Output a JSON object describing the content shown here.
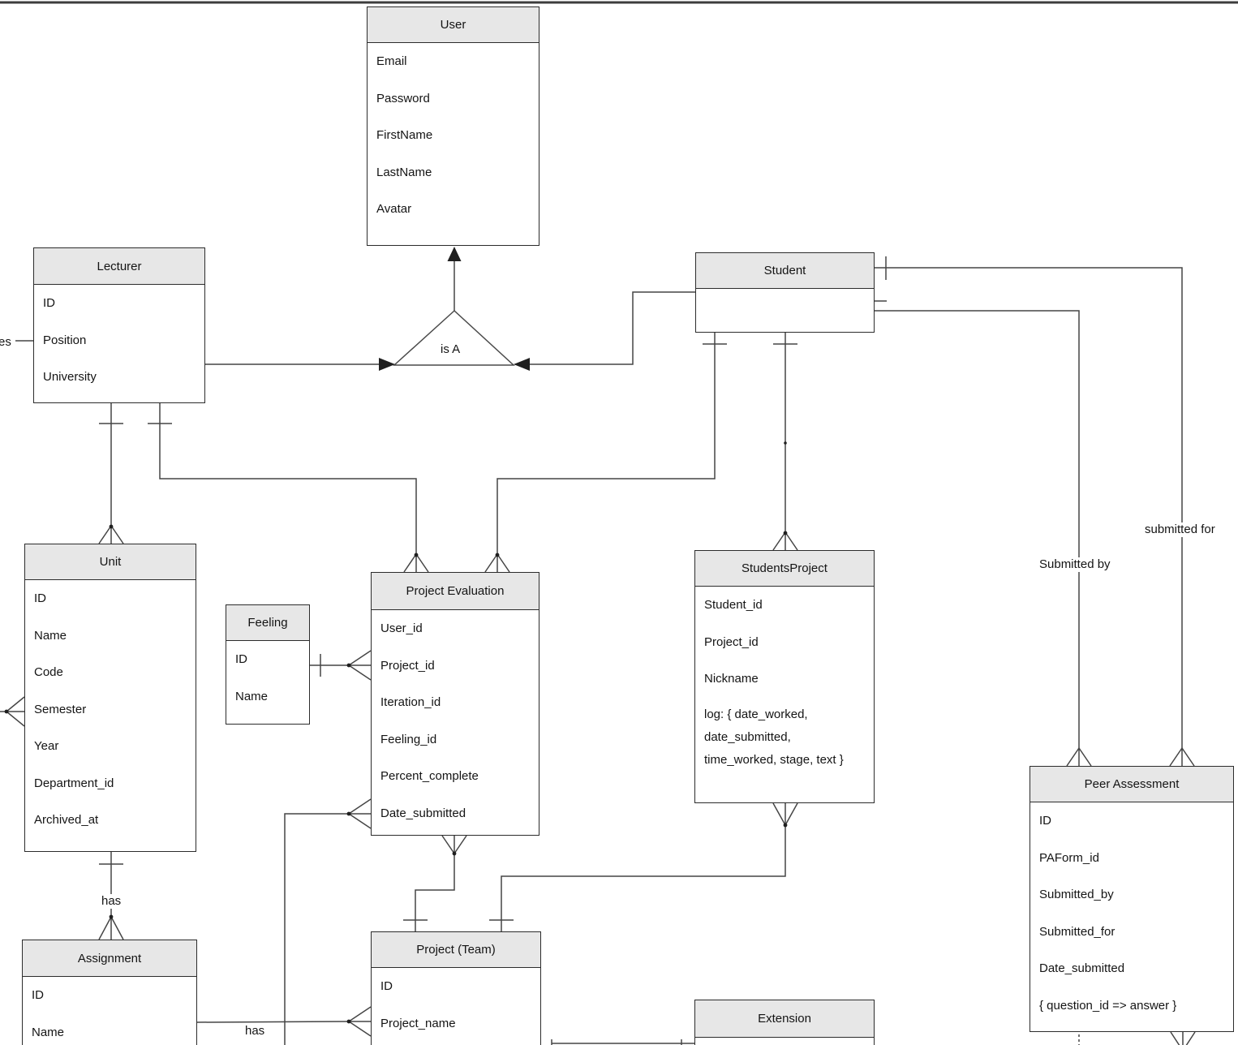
{
  "diagram_type": "entity-relationship",
  "colors": {
    "background": "#ffffff",
    "entity_header_fill": "#e7e7e7",
    "entity_border": "#2c2c2c",
    "connector_line": "#454545",
    "text": "#141414"
  },
  "entities": [
    {
      "title": "User",
      "fields": [
        "Email",
        "Password",
        "FirstName",
        "LastName",
        "Avatar"
      ]
    },
    {
      "title": "Lecturer",
      "fields": [
        "ID",
        "Position",
        "University"
      ]
    },
    {
      "title": "Student",
      "fields": []
    },
    {
      "title": "Unit",
      "fields": [
        "ID",
        "Name",
        "Code",
        "Semester",
        "Year",
        "Department_id",
        "Archived_at"
      ]
    },
    {
      "title": "Feeling",
      "fields": [
        "ID",
        "Name"
      ]
    },
    {
      "title": "Project Evaluation",
      "fields": [
        "User_id",
        "Project_id",
        "Iteration_id",
        "Feeling_id",
        "Percent_complete",
        "Date_submitted"
      ]
    },
    {
      "title": "StudentsProject",
      "fields": [
        "Student_id",
        "Project_id",
        "Nickname",
        "log: { date_worked, date_submitted, time_worked, stage, text }"
      ]
    },
    {
      "title": "Peer Assessment",
      "fields": [
        "ID",
        "PAForm_id",
        "Submitted_by",
        "Submitted_for",
        "Date_submitted",
        "{ question_id => answer }"
      ]
    },
    {
      "title": "Assignment",
      "fields": [
        "ID",
        "Name"
      ]
    },
    {
      "title": "Project (Team)",
      "fields": [
        "ID",
        "Project_name"
      ]
    },
    {
      "title": "Extension",
      "fields": []
    }
  ],
  "edge_labels": {
    "is_a": "is A",
    "es_partial": "es",
    "submitted_by": "Submitted by",
    "submitted_for": "submitted for",
    "has_unit_assignment": "has",
    "has_assignment_project": "has"
  }
}
